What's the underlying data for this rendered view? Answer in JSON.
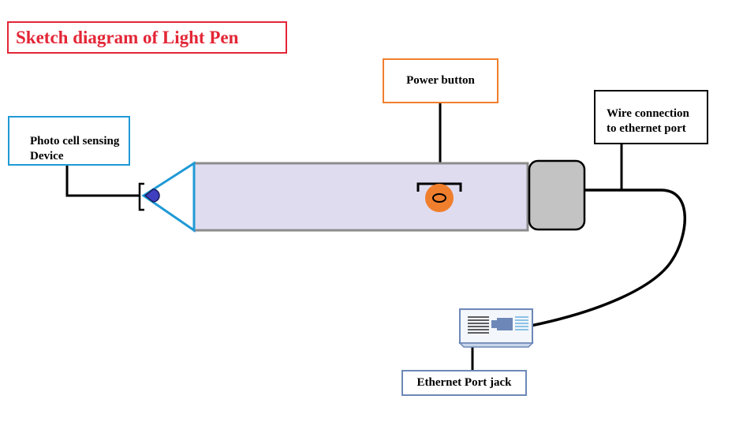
{
  "title": "Sketch diagram of Light Pen",
  "labels": {
    "power_button": "Power button",
    "photo_cell_line1": "Photo cell sensing",
    "photo_cell_line2": "Device",
    "wire_line1": "Wire connection",
    "wire_line2": "to ethernet port",
    "ethernet_jack": "Ethernet Port jack"
  },
  "colors": {
    "title": "#e32636",
    "power_box_border": "#f07f2d",
    "power_button_fill": "#f07f2d",
    "photo_box_border": "#1f9ad6",
    "pen_body_fill": "#e0dcf0",
    "pen_body_border": "#8c8c8c",
    "cap_fill": "#c3c3c3",
    "ethernet_box_border": "#6d88b8",
    "sensor_fill": "#3f3fbf"
  }
}
